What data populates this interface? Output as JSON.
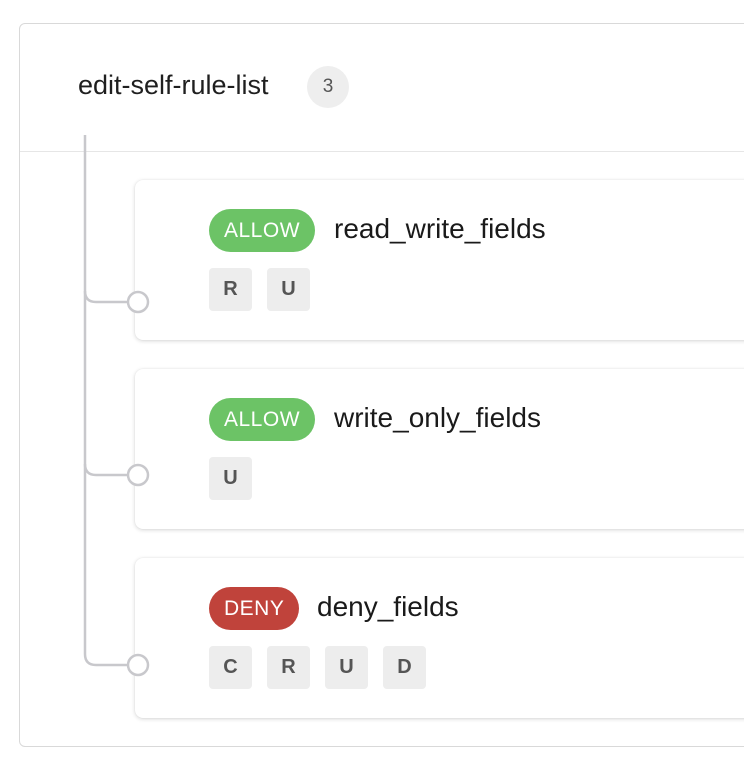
{
  "rule_list": {
    "title": "edit-self-rule-list",
    "count": "3"
  },
  "rules": [
    {
      "effect": "ALLOW",
      "name": "read_write_fields",
      "ops": [
        "R",
        "U"
      ]
    },
    {
      "effect": "ALLOW",
      "name": "write_only_fields",
      "ops": [
        "U"
      ]
    },
    {
      "effect": "DENY",
      "name": "deny_fields",
      "ops": [
        "C",
        "R",
        "U",
        "D"
      ]
    }
  ],
  "colors": {
    "allow": "#6cc366",
    "deny": "#c0433b",
    "tree_line": "#c8c8cc"
  }
}
